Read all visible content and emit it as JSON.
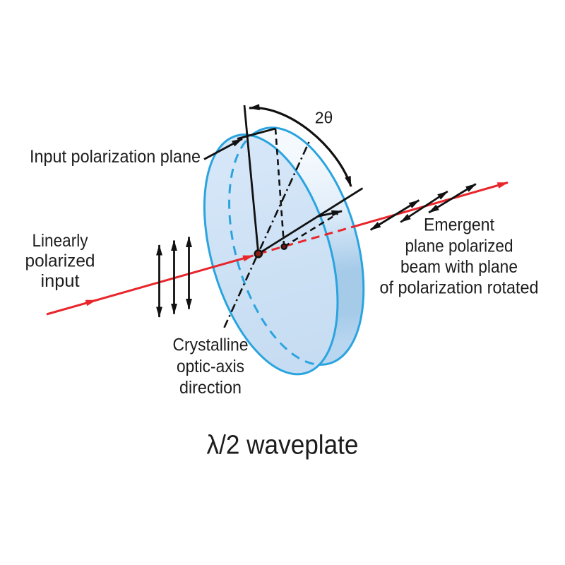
{
  "title": "λ/2 waveplate",
  "angle_label": "2θ",
  "labels": {
    "input_plane": "Input polarization plane",
    "linearly": [
      "Linearly",
      "polarized",
      "input"
    ],
    "crystalline": [
      "Crystalline",
      "optic-axis",
      "direction"
    ],
    "emergent": [
      "Emergent",
      "plane polarized",
      "beam with plane",
      "of polarization rotated"
    ]
  },
  "colors": {
    "line": "#111111",
    "text": "#1c1c1c",
    "beam": "#e8262b",
    "outline": "#2aa4df",
    "face_light": "#d6e7f8",
    "face": "#c6dcf2",
    "rim_highlight": "#f4f9fd",
    "rim_light": "#e2eefa",
    "rim": "#a6cbe9",
    "rim_bottom": "#b9d6f0",
    "dot_front": "#8c2014",
    "dot_back": "#7a170e"
  }
}
